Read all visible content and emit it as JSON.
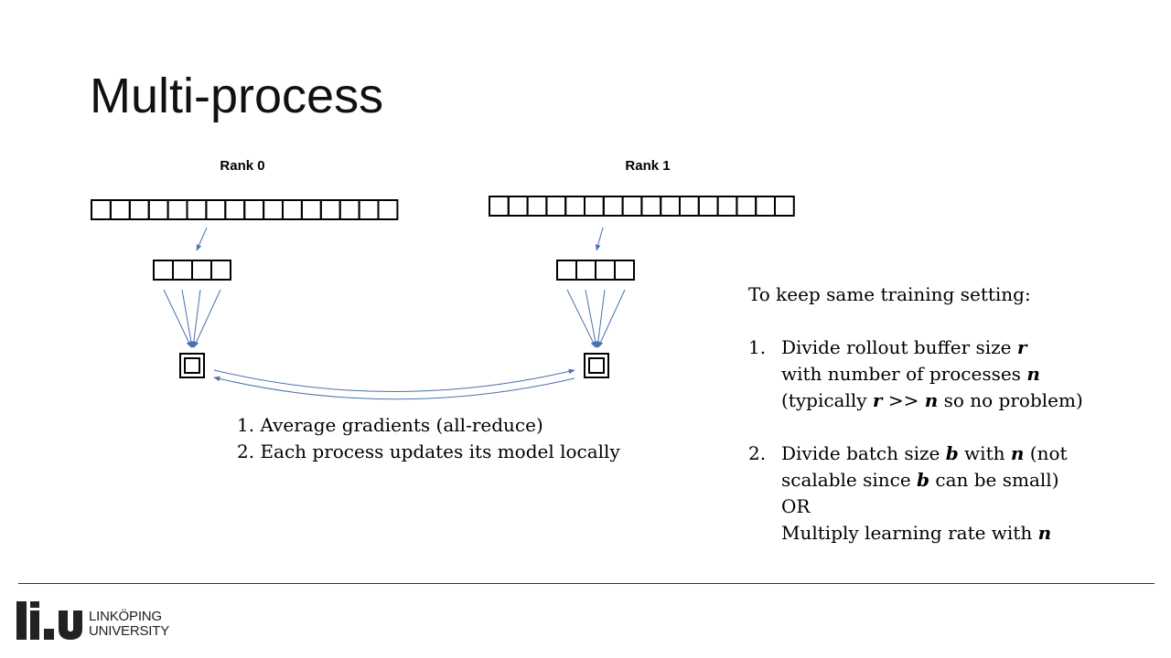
{
  "slide": {
    "title": "Multi-process"
  },
  "diagram": {
    "rank0_label": "Rank 0",
    "rank1_label": "Rank 1",
    "buffer_cells": 16,
    "batch_cells": 4,
    "steps": [
      "1. Average gradients (all-reduce)",
      "2. Each process updates its model locally"
    ],
    "arrow_color": "#4a72b0"
  },
  "settings": {
    "intro": "To keep same training setting:",
    "item1": {
      "num": "1.",
      "line1_pre": "Divide rollout buffer size ",
      "line1_var": "r",
      "line2_pre": "with number of processes ",
      "line2_var": "n",
      "line3_pre": "(typically ",
      "line3_var1": "r",
      "line3_mid": " >> ",
      "line3_var2": "n",
      "line3_post": " so no problem)"
    },
    "item2": {
      "num": "2.",
      "line1_pre": "Divide batch size ",
      "line1_var1": "b",
      "line1_mid": " with ",
      "line1_var2": "n",
      "line1_post": " (not",
      "line2_pre": "scalable since ",
      "line2_var": "b",
      "line2_post": " can be small)",
      "line3": "OR",
      "line4_pre": "Multiply learning rate with ",
      "line4_var": "n"
    }
  },
  "footer": {
    "logo_line1": "LINKÖPING",
    "logo_line2": "UNIVERSITY"
  }
}
